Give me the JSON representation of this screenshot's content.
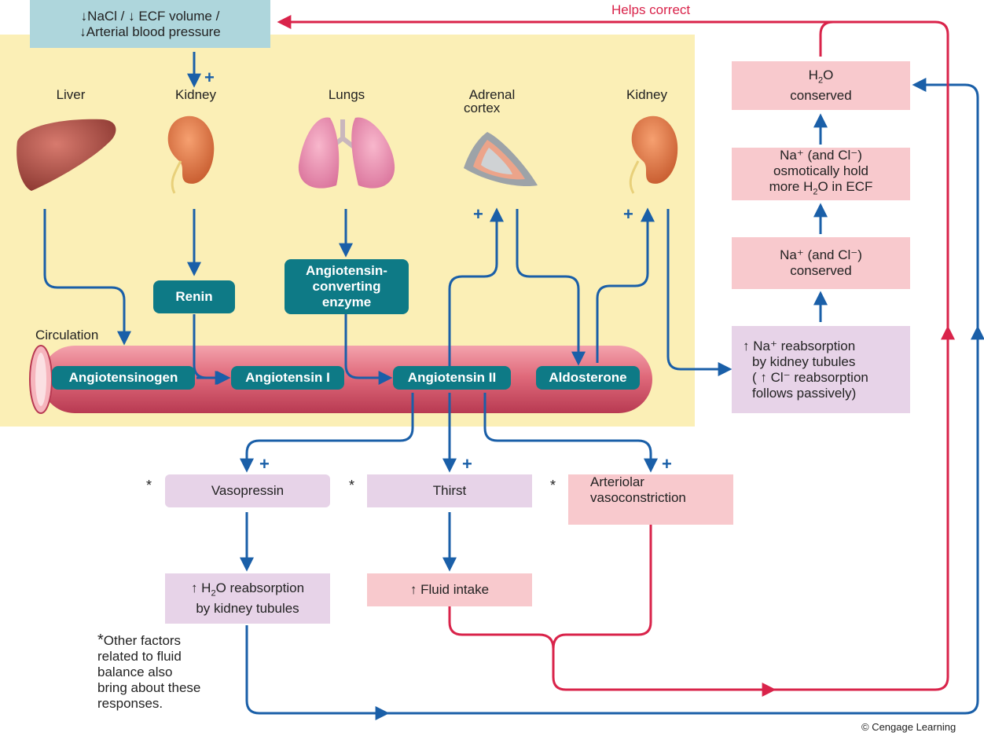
{
  "top_box": {
    "line1": "↓NaCl / ↓ ECF volume /",
    "line2": "↓Arterial blood pressure"
  },
  "helps_correct": "Helps correct",
  "organs": {
    "liver": "Liver",
    "kidney_left": "Kidney",
    "lungs": "Lungs",
    "adrenal_line1": "Adrenal",
    "adrenal_line2": "cortex",
    "kidney_right": "Kidney"
  },
  "circulation": "Circulation",
  "enzymes": {
    "renin": "Renin",
    "ace_line1": "Angiotensin-",
    "ace_line2": "converting",
    "ace_line3": "enzyme"
  },
  "vessel_items": {
    "angiotensinogen": "Angiotensinogen",
    "angiotensin_1": "Angiotensin I",
    "angiotensin_2": "Angiotensin II",
    "aldosterone": "Aldosterone"
  },
  "right_column": {
    "h2o_line1": "H",
    "h2o_sub": "2",
    "h2o_line1_end": "O",
    "h2o_line2": "conserved",
    "osm_line1": "Na⁺ (and Cl⁻)",
    "osm_line2": "osmotically hold",
    "osm_line3_a": "more H",
    "osm_line3_sub": "2",
    "osm_line3_b": "O in ECF",
    "na_line1": "Na⁺ (and Cl⁻)",
    "na_line2": "conserved",
    "reab_line1": "↑ Na⁺ reabsorption",
    "reab_line2": "by kidney tubules",
    "reab_line3": "( ↑ Cl⁻ reabsorption",
    "reab_line4": "follows passively)"
  },
  "responses": {
    "vasopressin": "Vasopressin",
    "thirst": "Thirst",
    "arteriolar_line1": "Arteriolar",
    "arteriolar_line2": "vasoconstriction",
    "h2o_reab_a": "↑ H",
    "h2o_reab_sub": "2",
    "h2o_reab_b": "O reabsorption",
    "h2o_reab_line2": "by kidney tubules",
    "fluid_intake": "↑ Fluid intake"
  },
  "plus_sign": "+",
  "asterisk": "*",
  "footnote": {
    "star": "*",
    "line1": "Other factors",
    "line2": "related to fluid",
    "line3": "balance also",
    "line4": "bring about these",
    "line5": "responses."
  },
  "copyright": "© Cengage Learning",
  "colors": {
    "blue_arrow": "#1a5fa8",
    "red_arrow": "#d9234a",
    "teal": "#0e7a86",
    "yellow_bg": "#fbefb6",
    "pink_box": "#f8c9cd",
    "lavender_box": "#e7d3e8",
    "light_blue_box": "#aed6dc"
  }
}
